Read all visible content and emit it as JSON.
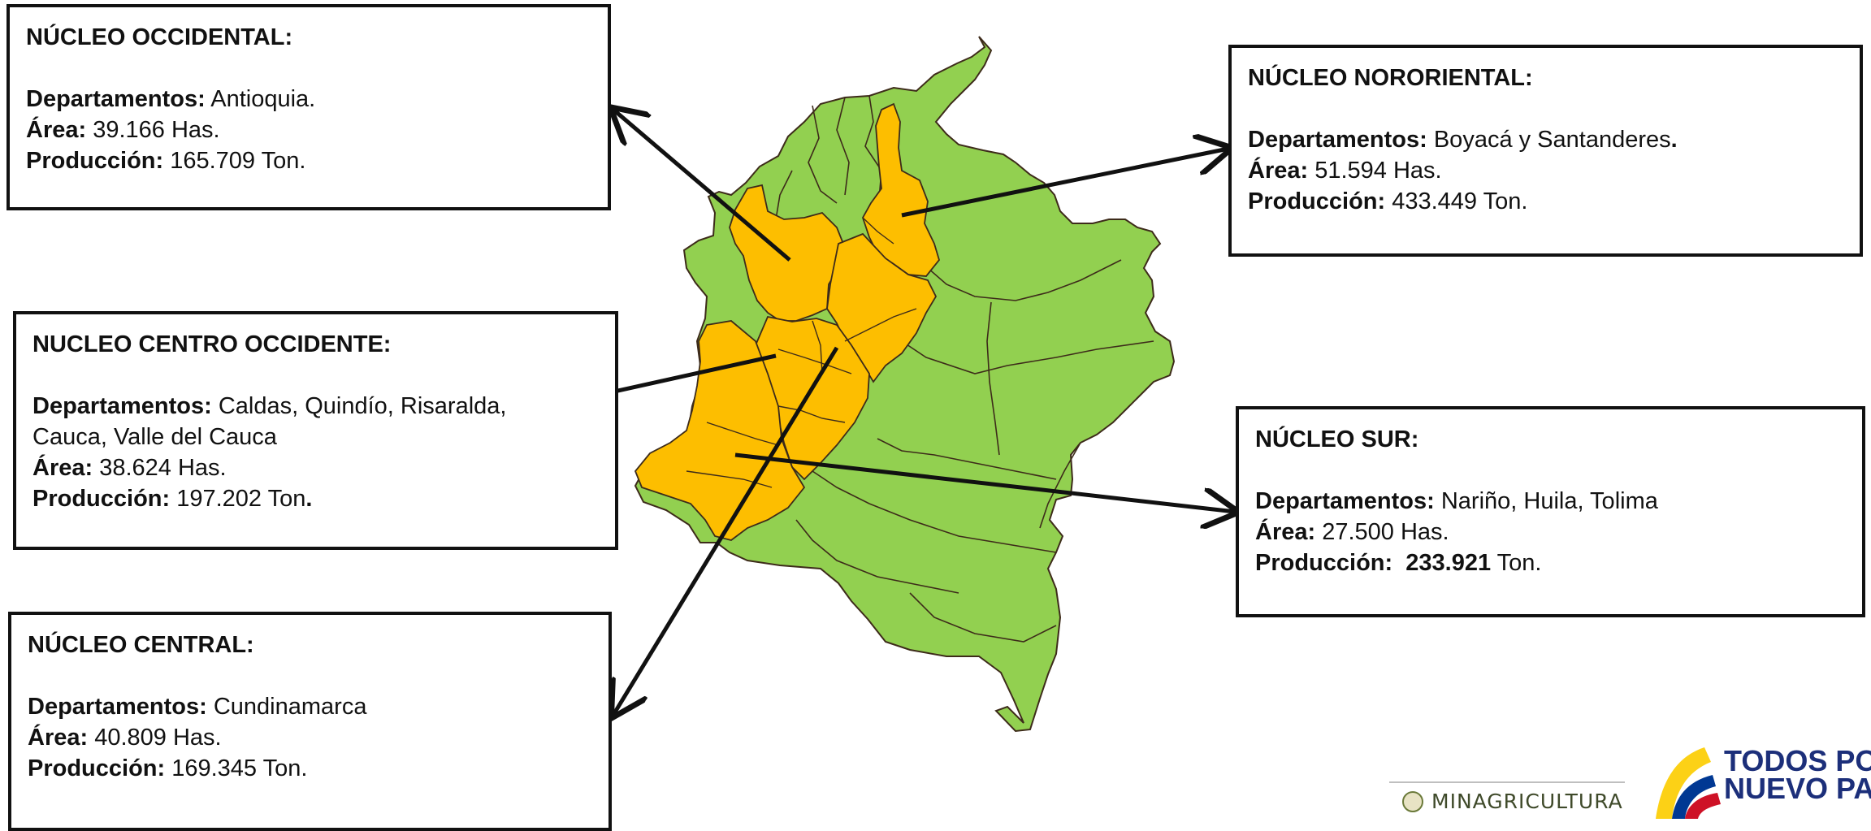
{
  "map": {
    "colors": {
      "nucleo_region": "#fdbe00",
      "other_region": "#92d050",
      "border": "#3d2b1a",
      "arrow": "#111111"
    }
  },
  "nucleos": {
    "occidental": {
      "title": "NÚCLEO OCCIDENTAL:",
      "departamentos_label": "Departamentos:",
      "departamentos": "Antioquia.",
      "area_label": "Área:",
      "area": "39.166 Has.",
      "produccion_label": "Producción:",
      "produccion": "165.709 Ton."
    },
    "nororiental": {
      "title": "NÚCLEO NORORIENTAL:",
      "departamentos_label": "Departamentos:",
      "departamentos": "Boyacá y Santanderes",
      "departamentos_end": ".",
      "area_label": "Área:",
      "area": "51.594 Has.",
      "produccion_label": "Producción:",
      "produccion": "433.449 Ton."
    },
    "centro_occidente": {
      "title": "NUCLEO CENTRO OCCIDENTE:",
      "departamentos_label": "Departamentos:",
      "departamentos": "Caldas, Quindío, Risaralda,",
      "departamentos_line2": "Cauca, Valle del Cauca",
      "area_label": "Área:",
      "area": "38.624 Has.",
      "produccion_label": "Producción:",
      "produccion": "197.202 Ton",
      "produccion_end": "."
    },
    "sur": {
      "title": "NÚCLEO SUR:",
      "departamentos_label": "Departamentos:",
      "departamentos": "Nariño, Huila, Tolima",
      "area_label": "Área:",
      "area": "27.500 Has.",
      "produccion_label": "Producción:",
      "produccion_value": "233.921",
      "produccion_unit": "Ton."
    },
    "central": {
      "title": "NÚCLEO CENTRAL:",
      "departamentos_label": "Departamentos:",
      "departamentos": "Cundinamarca",
      "area_label": "Área:",
      "area": "40.809 Has.",
      "produccion_label": "Producción:",
      "produccion": "169.345 Ton."
    }
  },
  "logos": {
    "minagricultura": "MINAGRICULTURA",
    "todos_line1": "TODOS POR UN",
    "todos_line2": "NUEVO PAÍS"
  }
}
